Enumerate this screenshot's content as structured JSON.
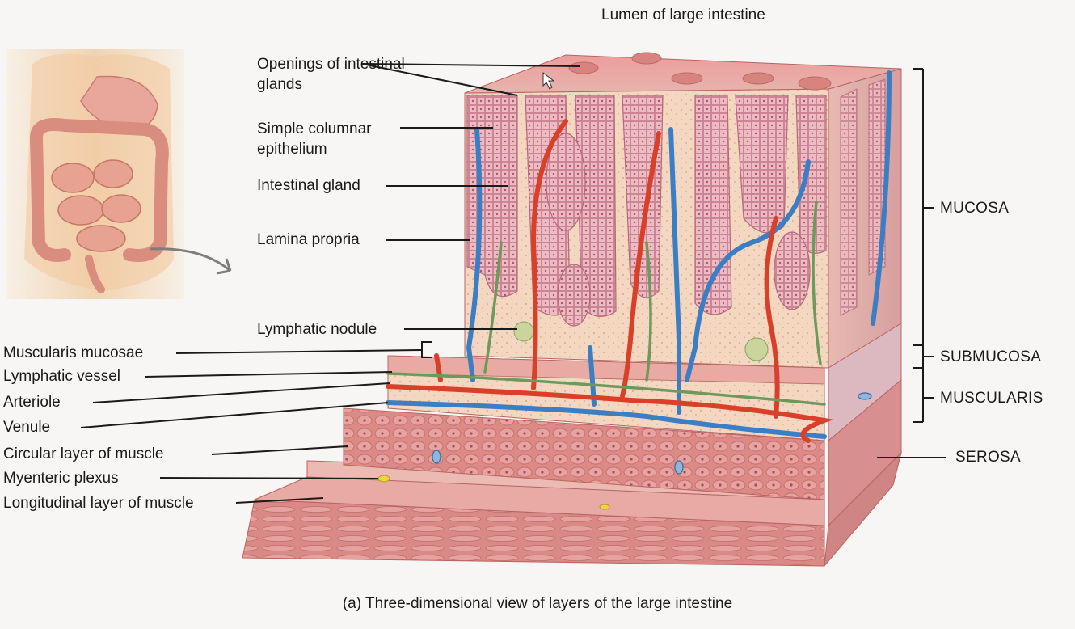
{
  "figure": {
    "top_label": "Lumen of large intestine",
    "caption": "(a) Three-dimensional view of layers of the large intestine",
    "left_labels": {
      "openings": "Openings of intestinal glands",
      "simple_columnar": "Simple columnar epithelium",
      "intestinal_gland": "Intestinal gland",
      "lamina_propria": "Lamina propria",
      "lymphatic_nodule": "Lymphatic nodule",
      "muscularis_mucosae": "Muscularis mucosae",
      "lymphatic_vessel": "Lymphatic vessel",
      "arteriole": "Arteriole",
      "venule": "Venule",
      "circular_muscle": "Circular layer of muscle",
      "myenteric_plexus": "Myenteric plexus",
      "longitudinal_muscle": "Longitudinal layer of muscle"
    },
    "right_labels": {
      "mucosa": "MUCOSA",
      "submucosa": "SUBMUCOSA",
      "muscularis": "MUSCULARIS",
      "serosa": "SEROSA"
    }
  },
  "colors": {
    "mucosa_pink": "#e9a3a1",
    "gland_pink": "#d98a96",
    "lamina": "#f3d3bd",
    "artery": "#d8402a",
    "vein": "#3b7ec4",
    "lymph": "#6d9a5a",
    "muscle": "#d97f7f",
    "skin": "#f2d6b8"
  },
  "icons": {
    "pointer": "cursor-arrow-icon",
    "arrow": "curved-arrow-icon"
  }
}
